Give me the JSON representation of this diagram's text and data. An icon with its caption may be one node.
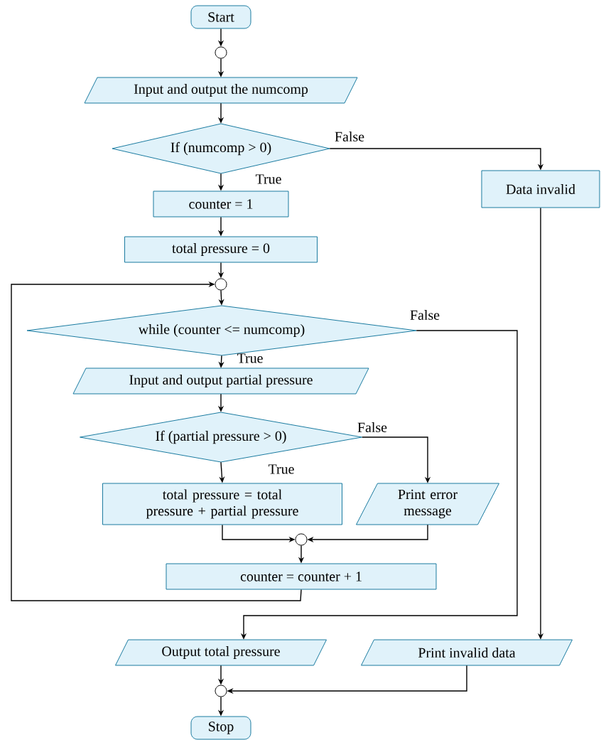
{
  "diagram": {
    "nodes": [
      {
        "text": [
          "Start"
        ]
      },
      {
        "text": [],
        "shape": "circle"
      },
      {
        "text": [
          "Input and output the numcomp"
        ]
      },
      {
        "text": [
          "If (numcomp > 0)"
        ]
      },
      {
        "text": [
          "counter = 1"
        ]
      },
      {
        "text": [
          "total pressure = 0"
        ]
      },
      {
        "text": [],
        "shape": "circle"
      },
      {
        "text": [
          "while (counter <= numcomp)"
        ]
      },
      {
        "text": [
          "Input and output partial pressure"
        ]
      },
      {
        "text": [
          "If (partial pressure > 0)"
        ]
      },
      {
        "text": [
          "total pressure = total pressure + partial pressure"
        ]
      },
      {
        "text": [
          "Print error message"
        ]
      },
      {
        "text": [],
        "shape": "circle"
      },
      {
        "text": [
          "counter = counter + 1"
        ]
      },
      {
        "text": [
          "Data invalid"
        ]
      },
      {
        "text": [
          "Output total pressure"
        ]
      },
      {
        "text": [
          "Print invalid data"
        ]
      },
      {
        "text": [],
        "shape": "circle"
      },
      {
        "text": [
          "Stop"
        ]
      }
    ],
    "edges": [
      {
        "from": 0,
        "to": 1,
        "arrow": "to"
      },
      {
        "from": 1,
        "to": 2,
        "arrow": "to"
      },
      {
        "from": 2,
        "to": 3,
        "arrow": "to"
      },
      {
        "from": 3,
        "to": 14,
        "arrow": "to",
        "label": "False"
      },
      {
        "from": 3,
        "to": 4,
        "arrow": "to",
        "label": "True"
      },
      {
        "from": 4,
        "to": 5,
        "arrow": "to"
      },
      {
        "from": 5,
        "to": 6,
        "arrow": "to"
      },
      {
        "from": 6,
        "to": 7,
        "arrow": "to"
      },
      {
        "from": 7,
        "to": 8,
        "arrow": "to",
        "label": "True"
      },
      {
        "from": 7,
        "to": 15,
        "arrow": "to",
        "label": "False"
      },
      {
        "from": 8,
        "to": 9,
        "arrow": "to"
      },
      {
        "from": 9,
        "to": 10,
        "arrow": "to",
        "label": "True"
      },
      {
        "from": 9,
        "to": 11,
        "arrow": "to",
        "label": "False"
      },
      {
        "from": 10,
        "to": 12,
        "arrow": "to"
      },
      {
        "from": 11,
        "to": 12,
        "arrow": "to"
      },
      {
        "from": 12,
        "to": 13,
        "arrow": "to"
      },
      {
        "from": 13,
        "to": 6,
        "arrow": "to"
      },
      {
        "from": 14,
        "to": 16,
        "arrow": "to"
      },
      {
        "from": 15,
        "to": 17,
        "arrow": "to"
      },
      {
        "from": 16,
        "to": 17,
        "arrow": "to"
      },
      {
        "from": 17,
        "to": 18,
        "arrow": "to"
      }
    ]
  }
}
